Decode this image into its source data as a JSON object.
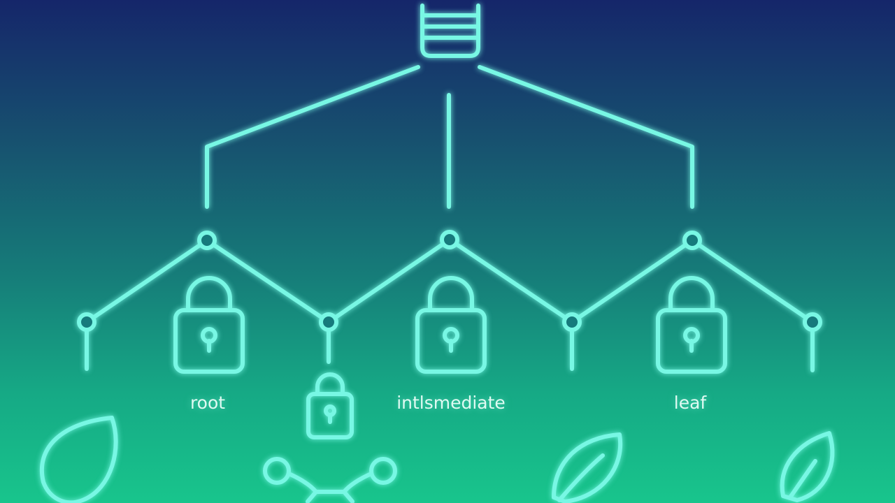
{
  "diagram": {
    "labels": {
      "root": "root",
      "intermediate": "intlsmediate",
      "leaf": "leaf"
    },
    "colors": {
      "stroke": "#78f7e4",
      "background_top": "#15266a",
      "background_bottom": "#18c58c"
    },
    "icons": {
      "top": "database-icon",
      "nodes": "lock-icon",
      "bottom": [
        "leaf-icon",
        "network-icon",
        "leaf-icon",
        "leaf-icon"
      ]
    }
  }
}
